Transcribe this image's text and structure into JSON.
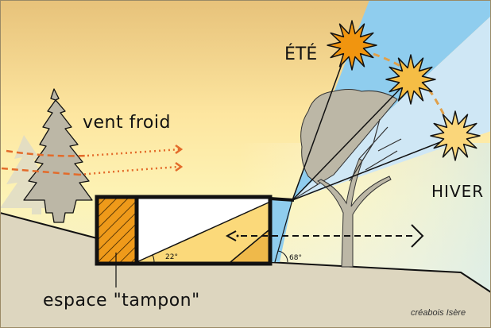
{
  "diagram": {
    "labels": {
      "cold_wind": "vent froid",
      "summer": "ÉTÉ",
      "winter": "HIVER",
      "buffer_space": "espace \"tampon\"",
      "credit": "créabois Isère",
      "angle_low": "22°",
      "angle_high": "68°"
    },
    "colors": {
      "sky_top": "#e7c27a",
      "sky_mid": "#fdf0a6",
      "sky_bottom": "#f6f3cc",
      "ground": "#ddd6bf",
      "summer_sector": "#8fcdee",
      "winter_sector": "#cfe7f5",
      "buffer_fill": "#ef9a1a",
      "sun_summer": "#f1950f",
      "sun_mid": "#f5bd45",
      "sun_winter": "#fad67a",
      "wind_arrow": "#e36b2a",
      "tree_gray": "#bcb7a6"
    }
  }
}
